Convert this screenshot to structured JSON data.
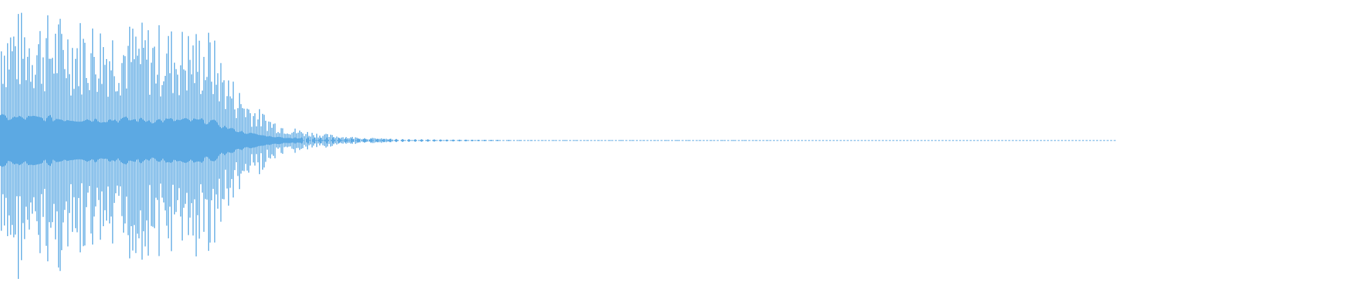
{
  "waveform": {
    "color": "#5ca9e3",
    "background": "#ffffff",
    "shape": "decaying-oscillation",
    "audio_fraction": 0.84,
    "peak_amplitude": 0.95,
    "visible_text": []
  }
}
